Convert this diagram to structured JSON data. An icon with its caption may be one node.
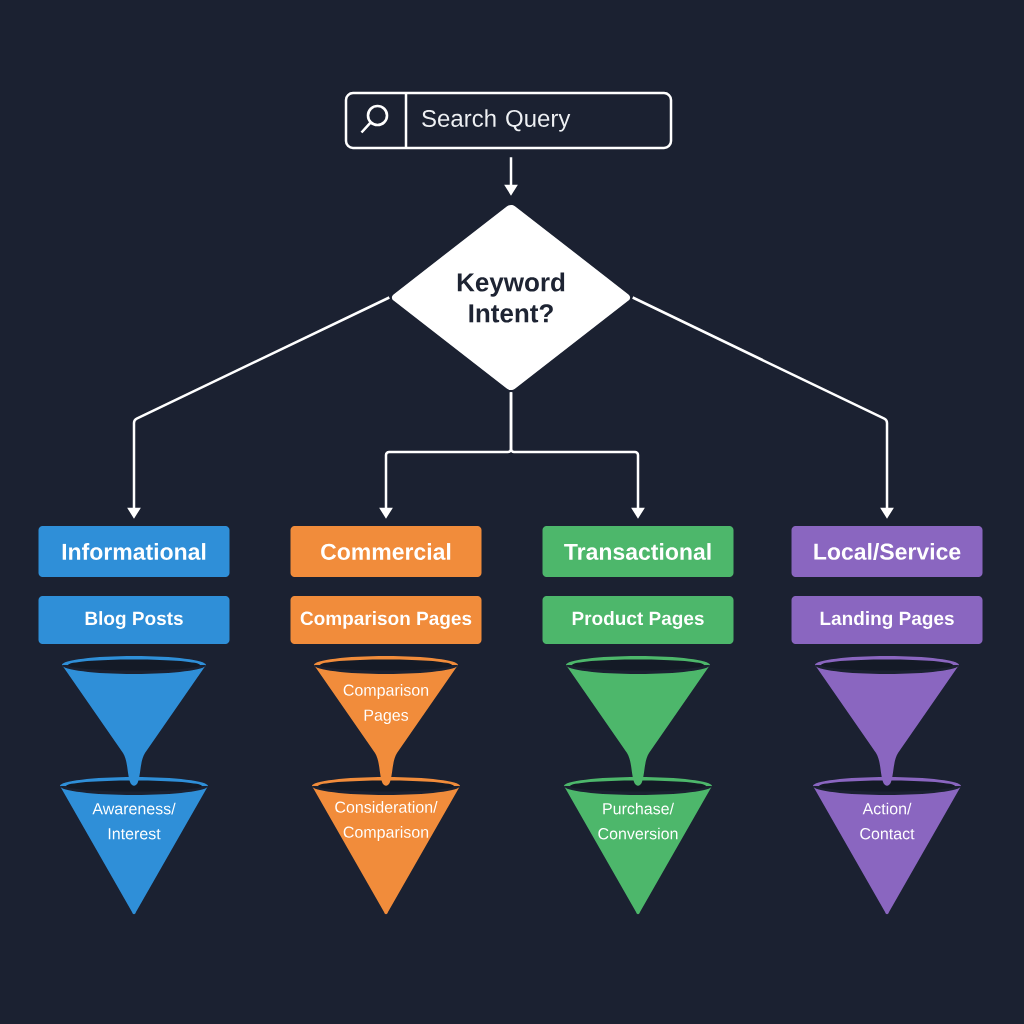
{
  "diagram": {
    "nodes": [
      {
        "text": [
          "Search Query"
        ]
      },
      {
        "text": [
          "Keyword Intent?"
        ]
      },
      {
        "text": [
          "Informational"
        ]
      },
      {
        "text": [
          "Commercial"
        ]
      },
      {
        "text": [
          "Transactional"
        ]
      },
      {
        "text": [
          "Local/Service"
        ]
      },
      {
        "text": [
          "Blog Posts"
        ]
      },
      {
        "text": [
          "Comparison Pages"
        ]
      },
      {
        "text": [
          "Product Pages"
        ]
      },
      {
        "text": [
          "Landing Pages"
        ]
      },
      {
        "text": [],
        "shape": "funnel"
      },
      {
        "text": [
          "Comparison Pages"
        ]
      },
      {
        "text": [],
        "shape": "funnel"
      },
      {
        "text": [],
        "shape": "funnel"
      },
      {
        "text": [
          "Awareness/ Interest"
        ]
      },
      {
        "text": [
          "Consideration/ Comparison"
        ]
      },
      {
        "text": [
          "Purchase/ Conversion"
        ]
      },
      {
        "text": [
          "Action/ Contact"
        ]
      }
    ],
    "edges": [
      {
        "from": 0,
        "to": 1,
        "arrow": "to"
      },
      {
        "from": 1,
        "to": 2,
        "arrow": "to"
      },
      {
        "from": 1,
        "to": 3,
        "arrow": "to"
      },
      {
        "from": 1,
        "to": 4,
        "arrow": "to"
      },
      {
        "from": 1,
        "to": 5,
        "arrow": "to"
      }
    ]
  }
}
